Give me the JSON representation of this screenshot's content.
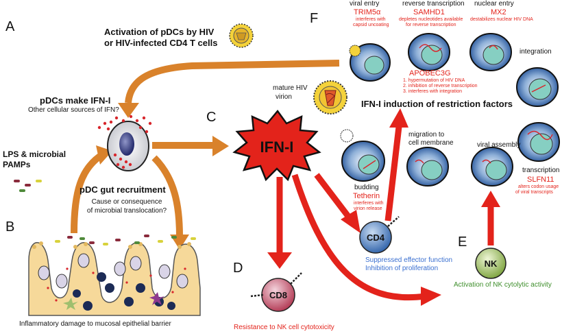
{
  "panels": {
    "a": "A",
    "b": "B",
    "c": "C",
    "d": "D",
    "e": "E",
    "f": "F"
  },
  "activation": {
    "line1": "Activation of pDCs by HIV",
    "line2": "or HIV-infected CD4 T cells"
  },
  "pdc_ifn": {
    "title": "pDCs make IFN-I",
    "subtitle": "Other cellular sources of IFN?"
  },
  "lps": {
    "line1": "LPS & microbial",
    "line2": "PAMPs"
  },
  "gut": {
    "title": "pDC gut recruitment",
    "line1": "Cause or consequence",
    "line2": "of microbial translocation?"
  },
  "inflammatory": "Inflammatory damage to mucosal epithelial barrier",
  "ifn_label": "IFN-I",
  "mature_virion": {
    "line1": "mature HIV",
    "line2": "virion"
  },
  "induction": "IFN-I induction of restriction factors",
  "stages": {
    "viral_entry": "viral entry",
    "reverse_transcription": "reverse transcription",
    "nuclear_entry": "nuclear entry",
    "integration": "integration",
    "migration": {
      "line1": "migration to",
      "line2": "cell membrane"
    },
    "viral_assembly": "viral assembly",
    "budding": "budding",
    "transcription": "transcription"
  },
  "factors": {
    "trim5": {
      "name": "TRIM5α",
      "desc1": "interferes with",
      "desc2": "capsid uncoating"
    },
    "samhd1": {
      "name": "SAMHD1",
      "desc1": "depletes nucleotides available",
      "desc2": "for reverse transcription"
    },
    "mx2": {
      "name": "MX2",
      "desc1": "destabilizes nuclear HIV DNA"
    },
    "apobec": {
      "name": "APOBEC3G",
      "items": [
        "1. hypermutation of HIV DNA",
        "2. inhibition of reverse transcription",
        "3. interferes with integration"
      ]
    },
    "tetherin": {
      "name": "Tetherin",
      "desc1": "interferes with",
      "desc2": "virion release"
    },
    "slfn11": {
      "name": "SLFN11",
      "desc1": "alters codon usage",
      "desc2": "of viral transcripts"
    }
  },
  "cells": {
    "cd4": "CD4",
    "cd8": "CD8",
    "nk": "NK"
  },
  "cd4_effects": {
    "line1": "Suppressed effector function",
    "line2": "Inhibition of proliferation"
  },
  "nk_effect": "Activation of NK cytolytic activity",
  "cd8_effect": "Resistance to NK cell cytotoxicity",
  "colors": {
    "orange": "#d9822b",
    "red_arrow": "#e3231b",
    "red_text": "#e3231b",
    "blue_text": "#3a6fd0",
    "green_text": "#3e8e2b",
    "cell_blue": "#2b5fa8",
    "tissue": "#f6d99a"
  }
}
